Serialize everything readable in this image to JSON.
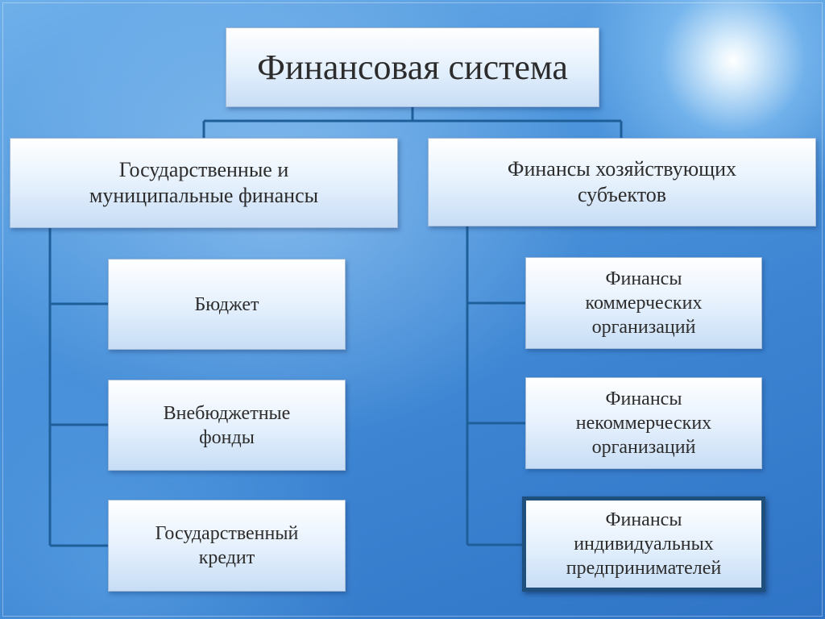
{
  "root": {
    "label": "Финансовая система"
  },
  "branches": [
    {
      "label": "Государственные и\nмуниципальные финансы",
      "children": [
        {
          "label": "Бюджет"
        },
        {
          "label": "Внебюджетные\nфонды"
        },
        {
          "label": "Государственный\nкредит"
        }
      ]
    },
    {
      "label": "Финансы хозяйствующих\nсубъектов",
      "children": [
        {
          "label": "Финансы\nкоммерческих\nорганизаций"
        },
        {
          "label": "Финансы\nнекоммерческих\nорганизаций"
        },
        {
          "label": "Финансы\nиндивидуальных\nпредпринимателей",
          "highlighted": true
        }
      ]
    }
  ],
  "colors": {
    "connector": "#1f5f99",
    "highlight_border": "#1e4f7d"
  }
}
